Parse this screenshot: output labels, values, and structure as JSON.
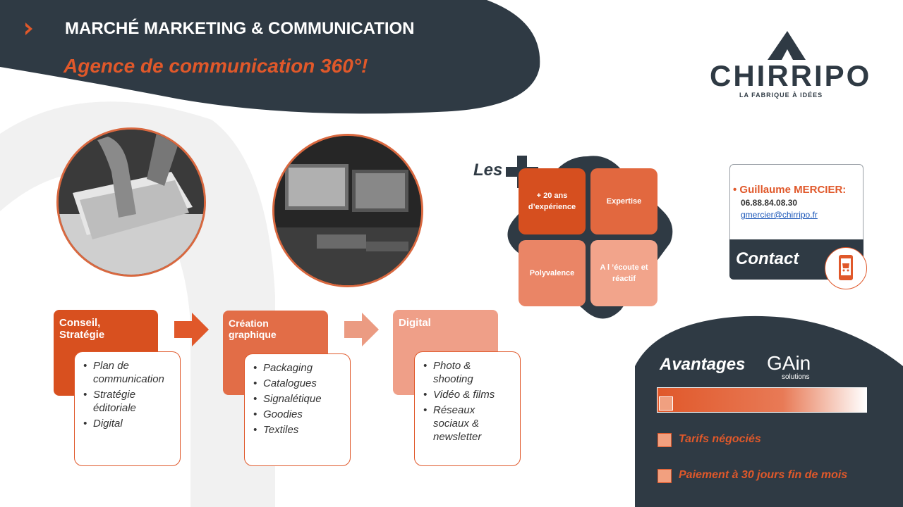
{
  "header": {
    "title": "MARCHÉ MARKETING & COMMUNICATION",
    "subtitle": "Agence de communication 360°!"
  },
  "logo": {
    "brand": "CHIRRIPO",
    "tagline": "LA FABRIQUE À IDÉES"
  },
  "steps": [
    {
      "title_line1": "Conseil,",
      "title_line2": "Stratégie",
      "items": [
        "Plan de communication",
        "Stratégie éditoriale",
        "Digital"
      ]
    },
    {
      "title_line1": "Création",
      "title_line2": "graphique",
      "items": [
        "Packaging",
        "Catalogues",
        "Signalétique",
        "Goodies",
        "Textiles"
      ]
    },
    {
      "title_line1": "Digital",
      "title_line2": "",
      "items": [
        "Photo & shooting",
        "Vidéo & films",
        "Réseaux sociaux & newsletter"
      ]
    }
  ],
  "plus": {
    "label": "Les",
    "tiles": [
      "+ 20 ans d’expérience",
      "Expertise",
      "Polyvalence",
      "A l ’écoute et réactif"
    ]
  },
  "contact": {
    "name": "Guillaume MERCIER:",
    "phone": "06.88.84.08.30",
    "email": "gmercier@chirripo.fr",
    "label": "Contact"
  },
  "avantages": {
    "title": "Avantages",
    "partner": "GAin",
    "partner_sub": "solutions",
    "items": [
      "Tarifs négociés",
      "Paiement à 30 jours fin de mois"
    ]
  },
  "colors": {
    "dark": "#2f3a44",
    "orange": "#e0582a",
    "orange_mid": "#e97a55",
    "orange_light": "#f2a58a"
  }
}
